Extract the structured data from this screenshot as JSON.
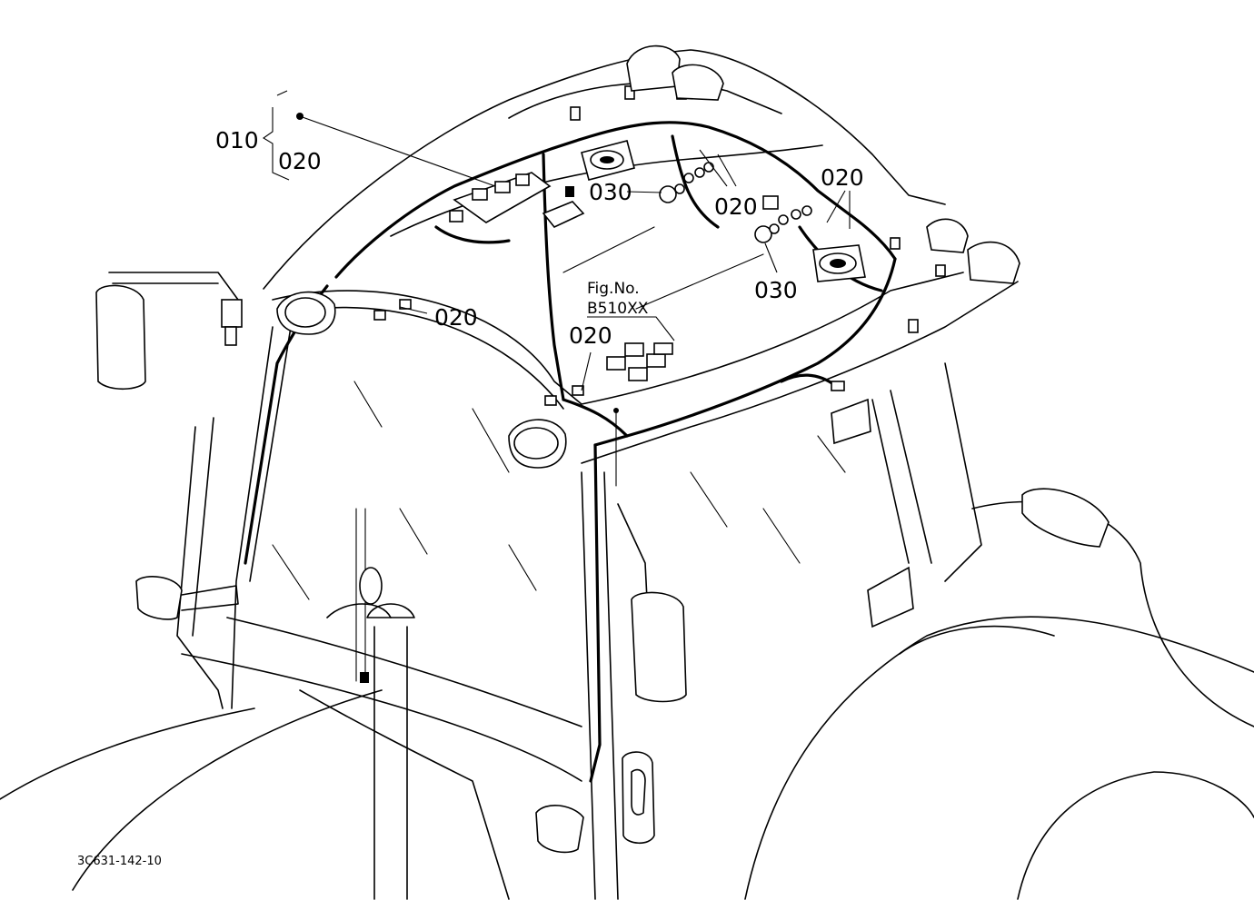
{
  "labels": {
    "part_010": "010",
    "part_020_group": "020",
    "part_020_left": "020",
    "part_020_center": "020",
    "part_020_upper_mid": "020",
    "part_020_upper_right": "020",
    "part_030_center": "030",
    "part_030_right": "030",
    "fig_no_label": "Fig.No.",
    "fig_no_value": "B510XX",
    "diagram_code": "3C631-142-10"
  }
}
